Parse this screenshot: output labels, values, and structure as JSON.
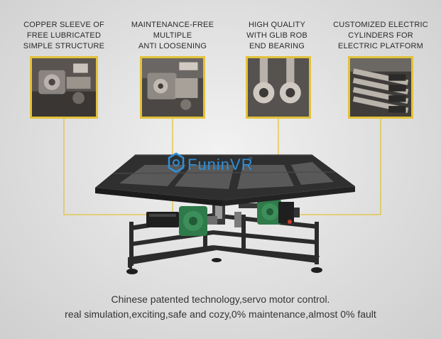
{
  "features": [
    {
      "lines": [
        "COPPER SLEEVE OF",
        "FREE LUBRICATED",
        "SIMPLE STRUCTURE"
      ],
      "icon": "copper-sleeve-photo"
    },
    {
      "lines": [
        "MAINTENANCE-FREE",
        "MULTIPLE",
        "ANTI LOOSENING"
      ],
      "icon": "anti-loosening-photo"
    },
    {
      "lines": [
        "HIGH QUALITY",
        "WITH GLIB ROB",
        "END BEARING"
      ],
      "icon": "rod-end-bearing-photo"
    },
    {
      "lines": [
        "CUSTOMIZED ELECTRIC",
        "CYLINDERS FOR",
        "ELECTRIC PLATFORM"
      ],
      "icon": "electric-cylinders-photo"
    }
  ],
  "logo": {
    "text": "FuninVR",
    "trademark": "®",
    "icon": "funinvr-logo-icon",
    "color": "#2f8fd8"
  },
  "captions": [
    "Chinese patented technology,servo motor control.",
    "real simulation,exciting,safe and cozy,0% maintenance,almost 0% fault"
  ],
  "colors": {
    "leader_line": "#e2c23a",
    "frame": "#2b2b2b",
    "motor_green": "#2f7a4a"
  }
}
